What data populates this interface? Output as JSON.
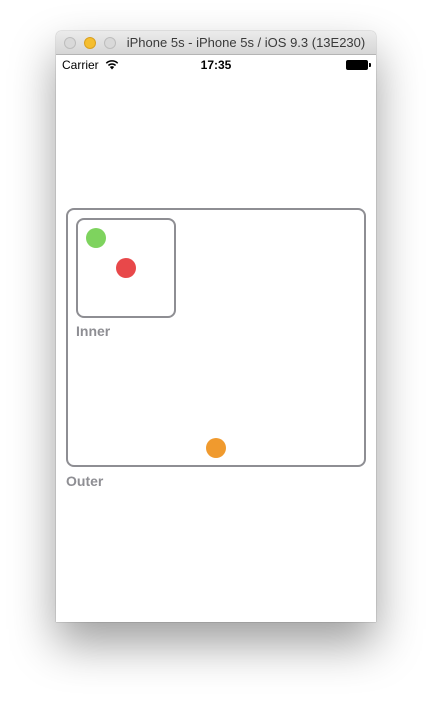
{
  "window": {
    "title": "iPhone 5s - iPhone 5s / iOS 9.3 (13E230)"
  },
  "status_bar": {
    "carrier": "Carrier",
    "time": "17:35",
    "wifi_icon": "wifi-icon",
    "battery_icon": "battery-icon"
  },
  "views": {
    "outer_label": "Outer",
    "inner_label": "Inner"
  },
  "colors": {
    "border": "#8e8e93",
    "green_dot": "#7ed35e",
    "red_dot": "#e8484a",
    "orange_dot": "#f09a2e",
    "minimize_button": "#f5be2f"
  }
}
